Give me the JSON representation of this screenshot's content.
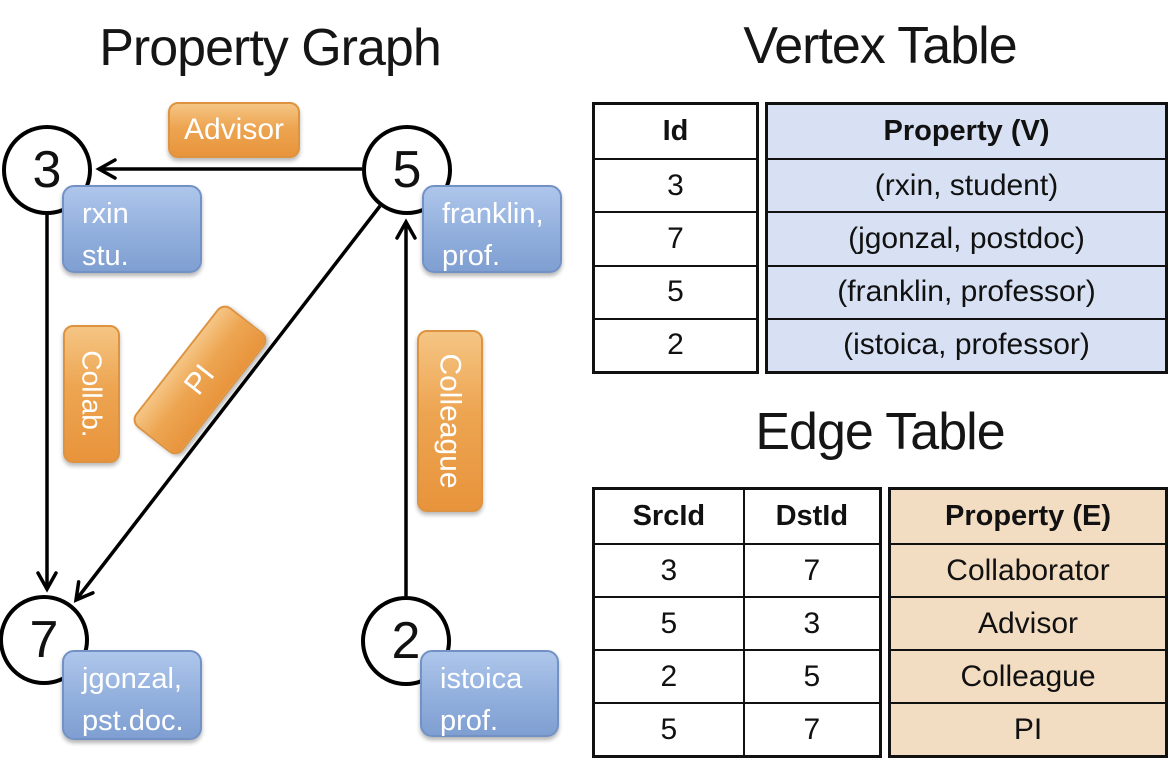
{
  "titles": {
    "graph": "Property Graph",
    "vertex_table": "Vertex Table",
    "edge_table": "Edge Table"
  },
  "graph": {
    "nodes": [
      {
        "id": "3",
        "label_lines": [
          "rxin",
          "stu."
        ]
      },
      {
        "id": "5",
        "label_lines": [
          "franklin,",
          "prof."
        ]
      },
      {
        "id": "7",
        "label_lines": [
          "jgonzal,",
          "pst.doc."
        ]
      },
      {
        "id": "2",
        "label_lines": [
          "istoica",
          "prof."
        ]
      }
    ],
    "edges": [
      {
        "src": "5",
        "dst": "3",
        "label": "Advisor"
      },
      {
        "src": "3",
        "dst": "7",
        "label": "Collab."
      },
      {
        "src": "5",
        "dst": "7",
        "label": "PI"
      },
      {
        "src": "2",
        "dst": "5",
        "label": "Colleague"
      }
    ]
  },
  "vertex_table": {
    "headers": [
      "Id",
      "Property (V)"
    ],
    "rows": [
      {
        "id": "3",
        "property": "(rxin, student)"
      },
      {
        "id": "7",
        "property": "(jgonzal, postdoc)"
      },
      {
        "id": "5",
        "property": "(franklin, professor)"
      },
      {
        "id": "2",
        "property": "(istoica, professor)"
      }
    ]
  },
  "edge_table": {
    "headers": [
      "SrcId",
      "DstId",
      "Property (E)"
    ],
    "rows": [
      {
        "src": "3",
        "dst": "7",
        "property": "Collaborator"
      },
      {
        "src": "5",
        "dst": "3",
        "property": "Advisor"
      },
      {
        "src": "2",
        "dst": "5",
        "property": "Colleague"
      },
      {
        "src": "5",
        "dst": "7",
        "property": "PI"
      }
    ]
  },
  "colors": {
    "edge_label_orange": "#eda551",
    "vertex_box_blue": "#94b1de",
    "vertex_table_fill": "#d7e1f3",
    "edge_table_fill": "#f2dcc2"
  }
}
